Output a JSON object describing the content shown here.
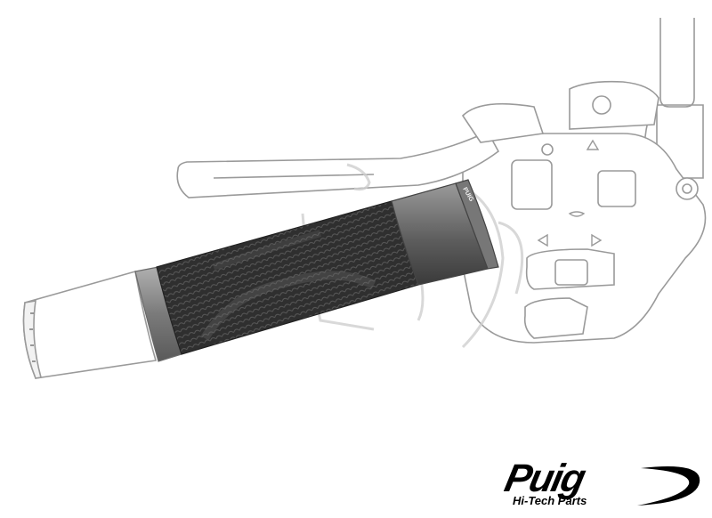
{
  "image": {
    "subject": "motorcycle-handlebar-grip",
    "palette": {
      "line": "#9a9a9a",
      "grip_dark": "#2d2d2d",
      "grip_texture": "#444444",
      "ring": "#8c8c8c",
      "watermark": "#c9c9c9",
      "background": "#ffffff"
    }
  },
  "brand": {
    "name": "Puig",
    "tagline": "Hi-Tech Parts",
    "ring_label": "PUIG"
  }
}
